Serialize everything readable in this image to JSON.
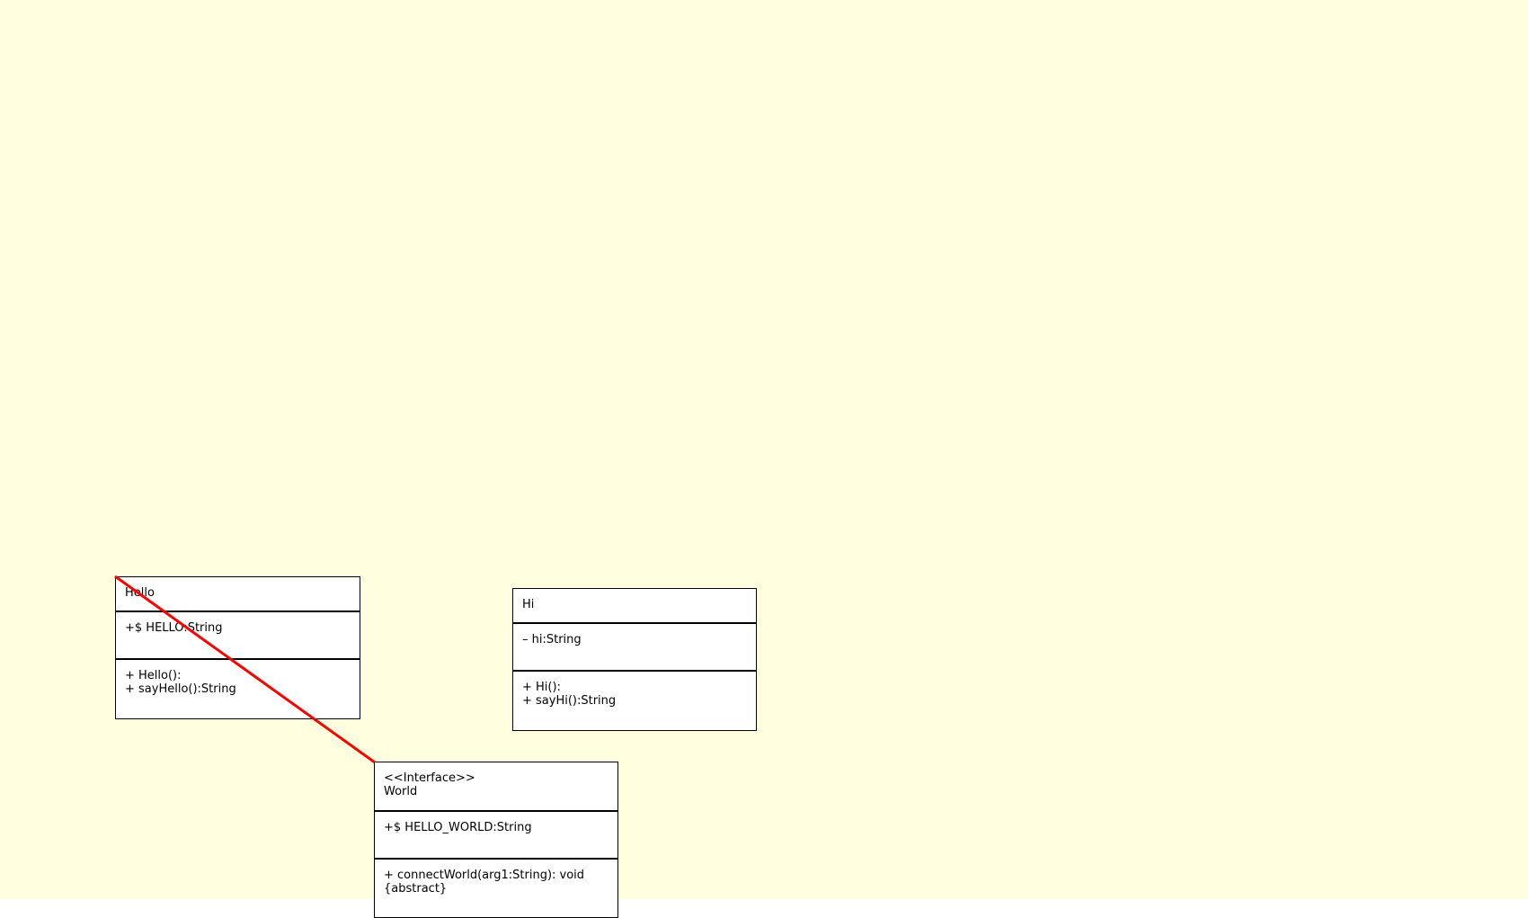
{
  "colors": {
    "canvas_background": "#ffffe0",
    "class_box_fill": "#ffffff",
    "class_box_border": "#000000",
    "connector": "#ff0000"
  },
  "classes": {
    "hello": {
      "name_lines": [
        "Hello"
      ],
      "attributes": [
        "+$ HELLO:String"
      ],
      "operations": [
        "+ Hello():",
        "+ sayHello():String"
      ]
    },
    "hi": {
      "name_lines": [
        "Hi"
      ],
      "attributes": [
        "– hi:String"
      ],
      "operations": [
        "+ Hi():",
        "+ sayHi():String"
      ]
    },
    "world": {
      "name_lines": [
        "<<Interface>>",
        "World"
      ],
      "attributes": [
        "+$ HELLO_WORLD:String"
      ],
      "operations": [
        "+ connectWorld(arg1:String): void",
        "{abstract}"
      ]
    }
  }
}
